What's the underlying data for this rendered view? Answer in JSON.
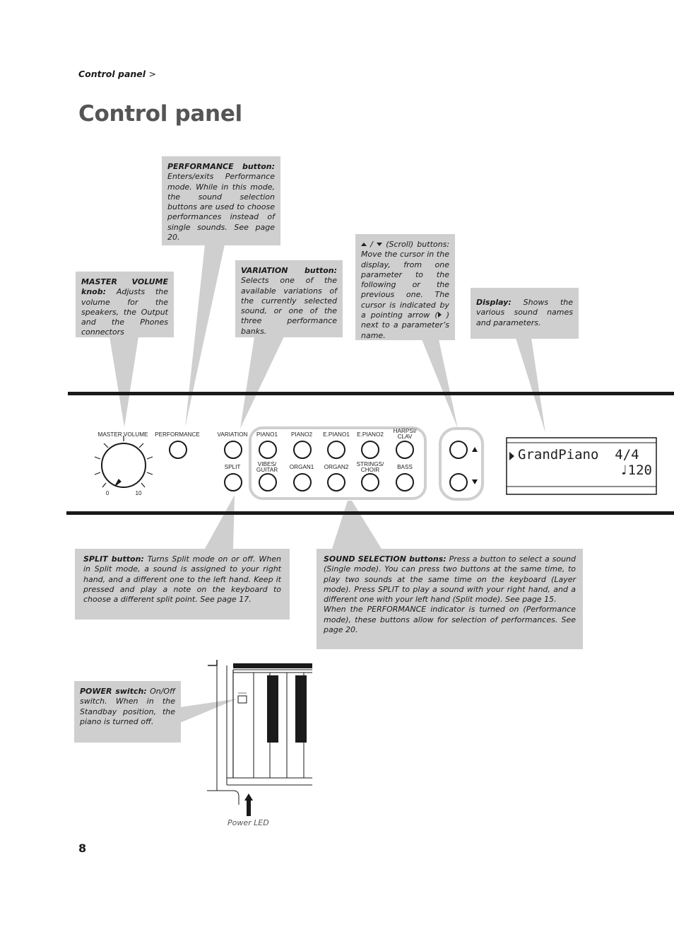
{
  "breadcrumb": {
    "section": "Control panel",
    "separator": ">"
  },
  "page_title": "Control panel",
  "callouts": {
    "performance": {
      "term": "PERFORMANCE button:",
      "text": "Enters/exits Performance mode. While in this mode, the sound selection buttons are used to choose performances instead of single sounds. See page 20."
    },
    "master_volume": {
      "term": "MASTER VOLUME knob:",
      "text": "Adjusts the volume for the speakers, the Output and the Phones connectors"
    },
    "variation": {
      "term": "VARIATION button:",
      "text": "Selects one of the available variations of the currently selected sound, or one of the three performance banks."
    },
    "scroll": {
      "separator": "/",
      "text": "(Scroll) buttons: Move the cursor in the display, from one parameter to the following or the previous one. The cursor is indicated by a pointing arrow (",
      "text_end": ") next to a parameter’s name."
    },
    "display": {
      "term": "Display:",
      "text": "Shows the various sound names and parameters."
    },
    "split": {
      "term": "SPLIT button:",
      "text": "Turns Split mode on or off. When in Split mode, a sound is assigned to your right hand, and a different one to the left hand. Keep it pressed and play a note on the keyboard to choose a different split point. See page 17."
    },
    "sound_selection": {
      "term": "SOUND SELECTION buttons:",
      "text": "Press a button to select a sound (Single mode). You can press two buttons at the same time, to play two sounds at the same time on the keyboard (Layer mode). Press SPLIT to play a sound with your right hand, and a different one with your left hand (Split mode). See page 15.",
      "text2": "When the PERFORMANCE indicator is turned on (Performance mode), these buttons allow for selection of performances. See page 20."
    },
    "power": {
      "term": "POWER switch:",
      "text": "On/Off switch. When in the Standbay position, the piano is turned off."
    }
  },
  "panel": {
    "master_volume": "MASTER VOLUME",
    "scale_min": "0",
    "scale_max": "10",
    "performance": "PERFORMANCE",
    "variation": "VARIATION",
    "split": "SPLIT",
    "top_row": [
      "PIANO1",
      "PIANO2",
      "E.PIANO1",
      "E.PIANO2"
    ],
    "harpsi": [
      "HARPSI/",
      "CLAV"
    ],
    "bottom_row": [
      "ORGAN1",
      "ORGAN2",
      "BASS"
    ],
    "vibes": [
      "VIBES/",
      "GUITAR"
    ],
    "strings": [
      "STRINGS/",
      "CHOIR"
    ]
  },
  "display": {
    "line1": "GrandPiano  4/4",
    "line2": "♩120"
  },
  "power_led_label": "Power LED",
  "page_number": "8"
}
